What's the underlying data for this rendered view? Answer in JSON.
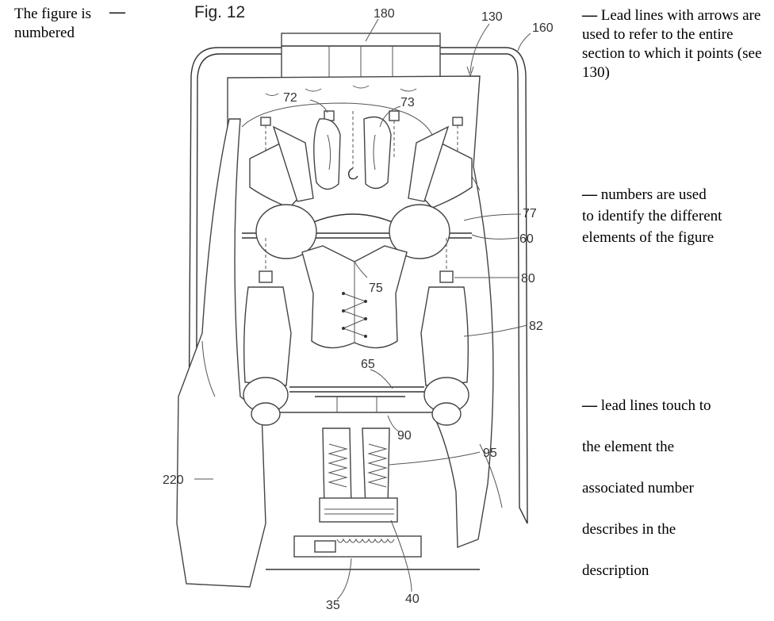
{
  "figure": {
    "title": "Fig. 12",
    "labels": {
      "l180": "180",
      "l130": "130",
      "l160": "160",
      "l72": "72",
      "l73": "73",
      "l77": "77",
      "l60": "60",
      "l80": "80",
      "l75": "75",
      "l82": "82",
      "l65": "65",
      "l90": "90",
      "l95": "95",
      "l220": "220",
      "l35": "35",
      "l40": "40"
    }
  },
  "notes": {
    "left": "The figure is numbered",
    "lead_lines_arrows": "Lead lines with arrows are used to refer to the entire section to which it points (see 130)",
    "numbers_first": "numbers are used",
    "numbers_rest": "to identify the different elements of the figure",
    "touch": [
      "lead lines touch to",
      "the element the",
      "associated number",
      "describes in the",
      "description"
    ]
  }
}
